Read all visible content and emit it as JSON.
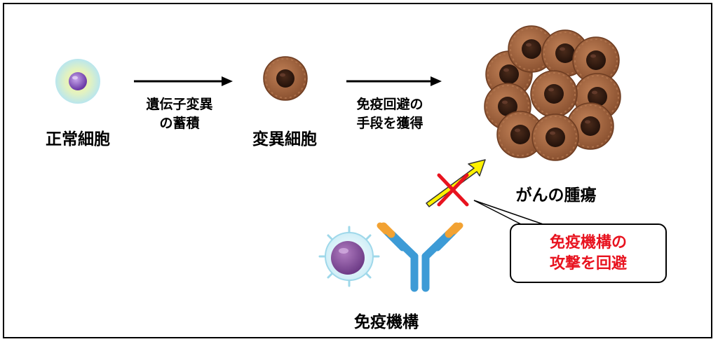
{
  "labels": {
    "normal_cell": "正常細胞",
    "mutation_line1": "遺伝子変異",
    "mutation_line2": "の蓄積",
    "mutant_cell": "変異細胞",
    "evasion_line1": "免疫回避の",
    "evasion_line2": "手段を獲得",
    "tumor": "がんの腫瘍",
    "immune": "免疫機構",
    "callout_line1": "免疫機構の",
    "callout_line2": "攻撃を回避"
  },
  "colors": {
    "callout_text": "#e8131f",
    "cell_brown": "#a0643f",
    "cell_nucleus": "#3a1e12",
    "normal_cell_outer": "#cfeef2",
    "normal_cell_core": "#7a4ab0",
    "antibody_blue": "#3d9bd6",
    "antibody_orange": "#f2a233",
    "attack_arrow": "#fff200",
    "cross_mark": "#e8131f"
  },
  "icons": [
    "normal-cell-icon",
    "mutant-cell-icon",
    "tumor-cluster-icon",
    "immune-cell-icon",
    "antibody-icon",
    "blocked-attack-arrow-icon"
  ]
}
